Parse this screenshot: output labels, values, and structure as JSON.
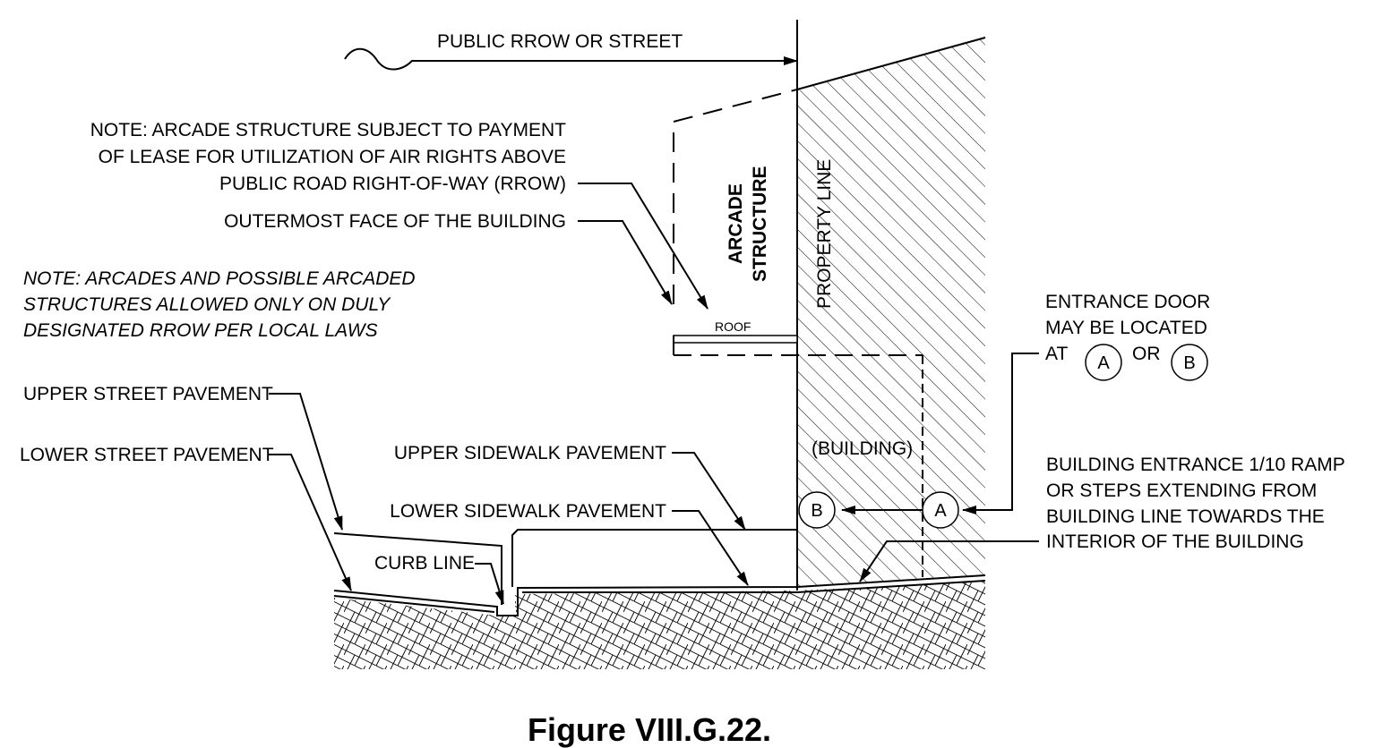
{
  "labels": {
    "public_rrow": "PUBLIC RROW OR STREET",
    "note1_line1": "NOTE:   ARCADE STRUCTURE SUBJECT TO PAYMENT",
    "note1_line2": "OF LEASE FOR UTILIZATION OF AIR RIGHTS ABOVE",
    "note1_line3": "PUBLIC ROAD RIGHT-OF-WAY (RROW)",
    "outermost_face": "OUTERMOST FACE OF THE BUILDING",
    "note2_line1": "NOTE:  ARCADES AND POSSIBLE ARCADED",
    "note2_line2": "STRUCTURES ALLOWED ONLY ON DULY",
    "note2_line3": "DESIGNATED RROW PER LOCAL LAWS",
    "arcade_line1": "ARCADE",
    "arcade_line2": "STRUCTURE",
    "property_line": "PROPERTY LINE",
    "roof": "ROOF",
    "entrance_line1": "ENTRANCE DOOR",
    "entrance_line2": "MAY BE LOCATED",
    "entrance_at": "AT",
    "entrance_or": "OR",
    "circle_a": "A",
    "circle_b": "B",
    "building": "(BUILDING)",
    "upper_street": "UPPER STREET PAVEMENT",
    "lower_street": "LOWER STREET PAVEMENT",
    "upper_sidewalk": "UPPER SIDEWALK PAVEMENT",
    "lower_sidewalk": "LOWER SIDEWALK PAVEMENT",
    "curb_line": "CURB LINE",
    "ramp_line1": "BUILDING ENTRANCE 1/10 RAMP",
    "ramp_line2": "OR STEPS EXTENDING FROM",
    "ramp_line3": "BUILDING LINE TOWARDS THE",
    "ramp_line4": "INTERIOR OF THE BUILDING"
  },
  "caption": "Figure VIII.G.22.",
  "colors": {
    "ink": "#000000",
    "paper": "#ffffff"
  }
}
